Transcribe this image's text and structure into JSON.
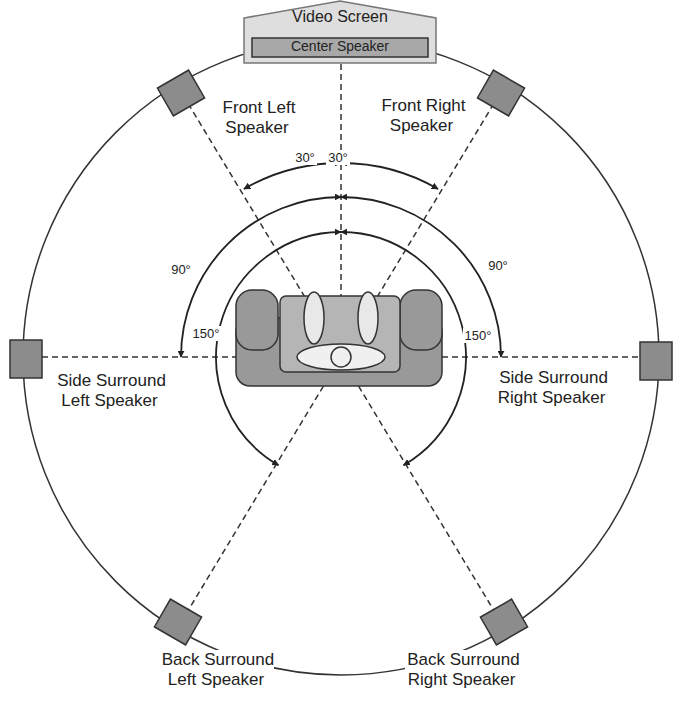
{
  "diagram": {
    "nodes": [
      {
        "text": [
          "Video Screen"
        ]
      },
      {
        "text": [
          "Center Speaker"
        ],
        "in": 0
      }
    ],
    "labels": [
      "Front Left Speaker",
      "Front Right Speaker",
      "30°",
      "30°",
      "90°",
      "90°",
      "150°",
      "150°",
      "Side Surround Left Speaker",
      "Side Surround Right Speaker",
      "Back Surround Left Speaker",
      "Back Surround Right Speaker"
    ]
  }
}
